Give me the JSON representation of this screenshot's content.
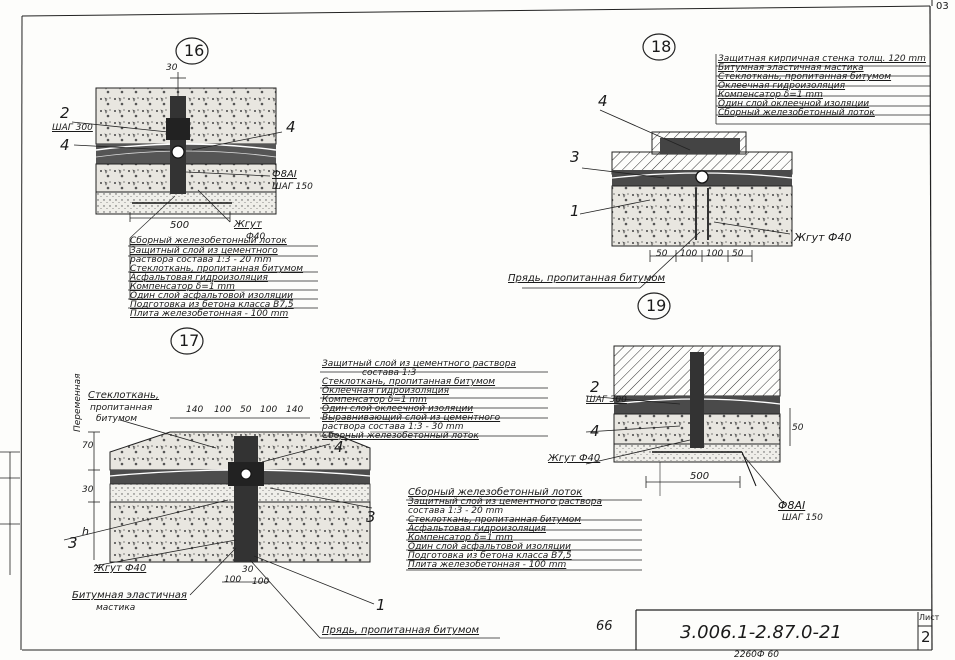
{
  "sheet": {
    "page_corner": "03",
    "doc_code": "3.006.1-2.87.0-21",
    "sheet_label": "Лист",
    "sheet_number": "2",
    "margin_mark": "66",
    "bottom_cut": "2260Ф  60"
  },
  "detail16": {
    "number": "16",
    "dim_top": "30",
    "callout_2": "2",
    "callout_2_sub": "ШАГ 300",
    "callout_4_left": "4",
    "callout_4_right": "4",
    "rebar": "Ф8АI",
    "rebar_sub": "ШАГ 150",
    "dim_500": "500",
    "zhgut": "Жгут",
    "zhgut_dia": "Ф40",
    "layers": [
      "Сборный железобетонный лоток",
      "Защитный слой из цементного",
      "раствора состава 1:3 - 20 mm",
      "Стеклоткань, пропитанная битумом",
      "Асфальтовая гидроизоляция",
      "Компенсатор δ=1 mm",
      "Один слой асфальтовой изоляции",
      "Подготовка из бетона класса B7,5",
      "Плита железобетонная - 100 mm"
    ]
  },
  "detail18": {
    "number": "18",
    "callout_4": "4",
    "callout_3": "3",
    "callout_1": "1",
    "layers": [
      "Защитная кирпичная стенка толщ. 120 mm",
      "Битумная эластичная мастика",
      "Стеклоткань, пропитанная битумом",
      "Оклеечная гидроизоляция",
      "Компенсатор δ=1 mm",
      "Один слой оклеечной изоляции",
      "Сборный железобетонный лоток"
    ],
    "zhgut": "Жгут Ф40",
    "dims": [
      "50",
      "100",
      "100",
      "50"
    ],
    "pryad": "Прядь, пропитанная битумом"
  },
  "detail17": {
    "number": "17",
    "layers": [
      "Защитный слой из цементного раствора",
      "состава 1:3",
      "Стеклоткань, пропитанная битумом",
      "Оклеечная гидроизоляция",
      "Компенсатор δ=1 mm",
      "Один слой оклеечной изоляции",
      "Выравнивающий слой из цементного",
      "раствора состава 1:3 - 30 mm",
      "Сборный железобетонный лоток"
    ],
    "steklotkan": [
      "Стеклоткань,",
      "пропитанная",
      "битумом"
    ],
    "peremennaya": "Переменная",
    "dims_top": [
      "140",
      "100",
      "50",
      "100",
      "140"
    ],
    "dim_70": "70",
    "dim_30": "30",
    "dim_h": "h",
    "callout_4": "4",
    "callout_3_left": "3",
    "callout_3_right": "3",
    "callout_1": "1",
    "zhgut": "Жгут Ф40",
    "dims_bottom": [
      "100",
      "30",
      "100"
    ],
    "mastika": [
      "Битумная эластичная",
      "мастика"
    ],
    "pryad": "Прядь, пропитанная битумом"
  },
  "detail19": {
    "number": "19",
    "callout_2": "2",
    "callout_2_sub": "ШАГ 300",
    "callout_4": "4",
    "dim_50": "50",
    "zhgut": "Жгут Ф40",
    "dim_500": "500",
    "rebar": "Ф8АI",
    "rebar_sub": "ШАГ 150",
    "layers": [
      "Сборный железобетонный лоток",
      "Защитный слой из цементного раствора",
      "состава 1:3 - 20 mm",
      "Стеклоткань, пропитанная битумом",
      "Асфальтовая гидроизоляция",
      "Компенсатор δ=1 mm",
      "Один слой асфальтовой изоляции",
      "Подготовка из бетона класса B7,5",
      "Плита железобетонная - 100 mm"
    ]
  }
}
